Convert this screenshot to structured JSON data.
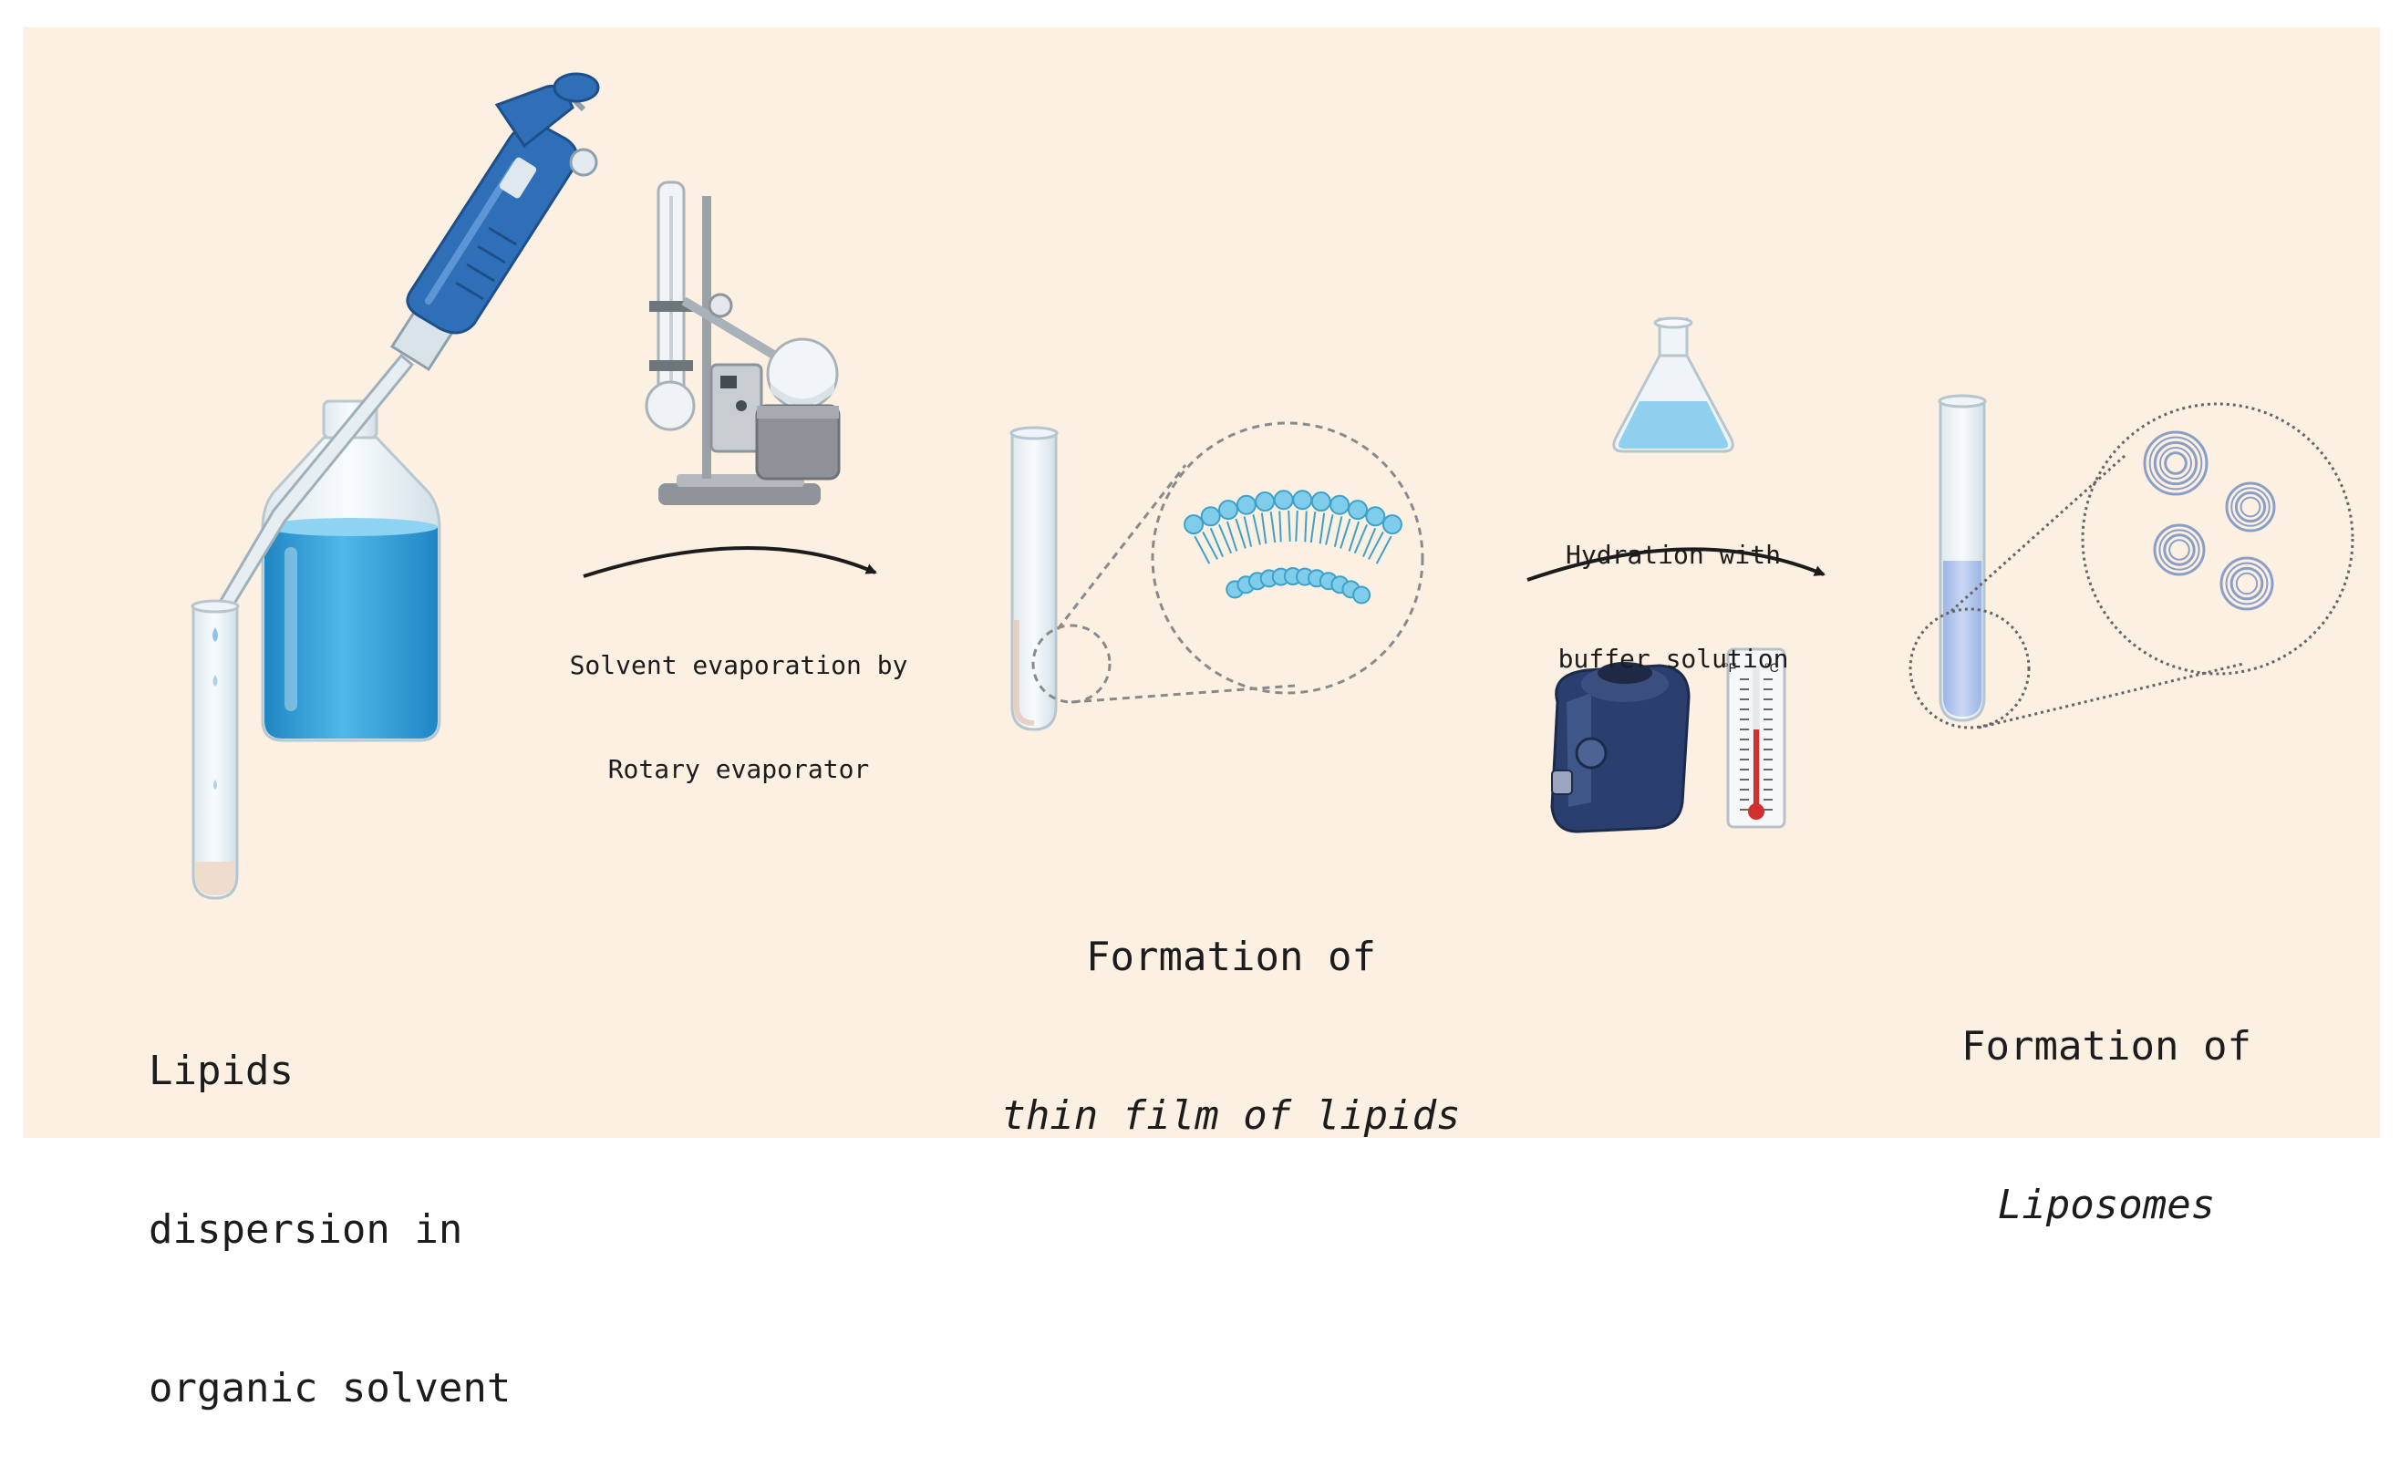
{
  "step1": {
    "line1": "Lipids",
    "line2": "dispersion in",
    "line3": "organic solvent"
  },
  "arrow1": {
    "line1": "Solvent evaporation by",
    "line2": "Rotary evaporator"
  },
  "step2": {
    "line1": "Formation of",
    "line2": "thin film of lipids"
  },
  "arrow2": {
    "line1": "Hydration with",
    "line2": "buffer solution"
  },
  "step3": {
    "line1": "Formation of",
    "line2": "Liposomes"
  },
  "thermometer": {
    "unit_f": "°F",
    "unit_c": "°C"
  },
  "colors": {
    "background": "#fbf0e2",
    "liquid_blue": "#3aa3d9",
    "pipette_blue": "#2e6fb7",
    "device_navy": "#2b3f6e",
    "text": "#1c1c1c"
  }
}
